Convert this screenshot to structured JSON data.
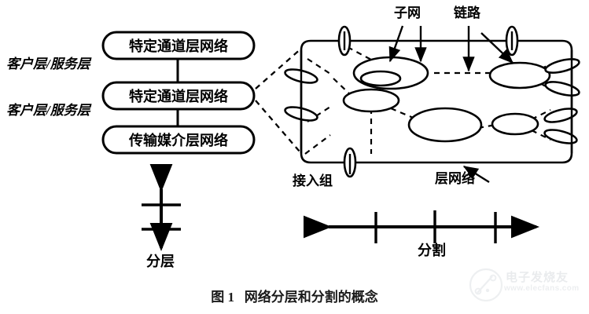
{
  "figure": {
    "caption": "图 1   网络分层和分割的概念",
    "caption_number": "图 1",
    "caption_title": "网络分层和分割的概念"
  },
  "layer_stack": {
    "boxes": [
      {
        "label": "特定通道层网络"
      },
      {
        "label": "特定通道层网络"
      },
      {
        "label": "传输媒介层网络"
      }
    ],
    "side_labels": [
      {
        "label": "客户层/服务层"
      },
      {
        "label": "客户层/服务层"
      }
    ]
  },
  "axes": {
    "vertical": {
      "label": "分层",
      "ticks": 2,
      "arrowheads": "both"
    },
    "horizontal": {
      "label": "分割",
      "ticks": 3,
      "arrowheads": "both"
    }
  },
  "network": {
    "annotations": [
      {
        "name": "subnet",
        "label": "子网"
      },
      {
        "name": "link",
        "label": "链路"
      },
      {
        "name": "access-group",
        "label": "接入组"
      },
      {
        "name": "layer-network",
        "label": "层网络"
      }
    ]
  },
  "watermark": {
    "text": "电子发烧友",
    "url": "www.elecfans.com"
  },
  "colors": {
    "ink": "#000000",
    "paper": "#ffffff",
    "watermark": "#c2c8ce"
  }
}
